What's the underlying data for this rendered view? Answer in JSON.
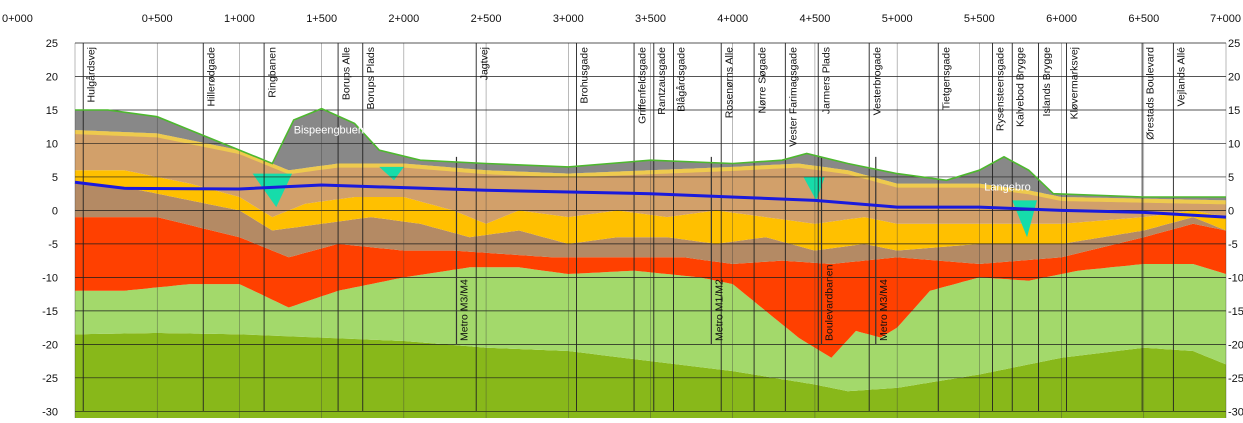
{
  "chart_data": {
    "type": "area",
    "x_unit": "chainage",
    "chainage_ticks": [
      "0+000",
      "0+500",
      "1+000",
      "1+500",
      "2+000",
      "2+500",
      "3+000",
      "3+500",
      "4+000",
      "4+500",
      "5+000",
      "5+500",
      "6+000",
      "6+500",
      "7+000"
    ],
    "chainage_range": [
      0,
      7000
    ],
    "elevation_ticks": [
      25,
      20,
      15,
      10,
      5,
      0,
      -5,
      -10,
      -15,
      -20,
      -25,
      -30
    ],
    "elevation_range": [
      -31,
      25
    ],
    "grid": true,
    "streets": [
      {
        "name": "Hulgårdsvej",
        "x": 50
      },
      {
        "name": "Hillerødgade",
        "x": 780
      },
      {
        "name": "Ringbanen",
        "x": 1150
      },
      {
        "name": "Borups Alle",
        "x": 1600
      },
      {
        "name": "Borups Plads",
        "x": 1750
      },
      {
        "name": "Jagtvej",
        "x": 2440
      },
      {
        "name": "Brohusgade",
        "x": 3050
      },
      {
        "name": "Griffenfeldsgade",
        "x": 3400
      },
      {
        "name": "Rantzausgade",
        "x": 3520
      },
      {
        "name": "Blågårdsgade",
        "x": 3640
      },
      {
        "name": "Rosenørns Alle",
        "x": 3930
      },
      {
        "name": "Nørre Søgade",
        "x": 4130
      },
      {
        "name": "Vester Farimagsgade",
        "x": 4320
      },
      {
        "name": "Jarmers Plads",
        "x": 4520
      },
      {
        "name": "Vesterbrogade",
        "x": 4830
      },
      {
        "name": "Tietgensgade",
        "x": 5250
      },
      {
        "name": "Rysensteensgade",
        "x": 5580
      },
      {
        "name": "Kalvebod Brygge",
        "x": 5700
      },
      {
        "name": "Islands Brygge",
        "x": 5860
      },
      {
        "name": "Kløvermarksvej",
        "x": 6030
      },
      {
        "name": "Ørestads Boulevard",
        "x": 6490
      },
      {
        "name": "Vejlands Allé",
        "x": 6680
      }
    ],
    "crossing_tunnels": [
      {
        "name": "Metro M3/M4",
        "x": 2320
      },
      {
        "name": "Metro M1/M2",
        "x": 3870
      },
      {
        "name": "Boulevardbanen",
        "x": 4540
      },
      {
        "name": "Metro M3/M4",
        "x": 4870
      }
    ],
    "features": [
      "Bispeengbuen",
      "Langebro"
    ],
    "series": [
      {
        "kind": "ground-surface",
        "color": "#8c8c8c",
        "points": [
          [
            0,
            15
          ],
          [
            200,
            15
          ],
          [
            500,
            14
          ],
          [
            800,
            11
          ],
          [
            1000,
            9
          ],
          [
            1200,
            7
          ],
          [
            1330,
            13.5
          ],
          [
            1500,
            15.2
          ],
          [
            1700,
            13
          ],
          [
            1850,
            9
          ],
          [
            2100,
            7.5
          ],
          [
            2500,
            7
          ],
          [
            3000,
            6.5
          ],
          [
            3500,
            7.5
          ],
          [
            4000,
            7
          ],
          [
            4300,
            7.5
          ],
          [
            4450,
            8.5
          ],
          [
            4700,
            7
          ],
          [
            5000,
            5.5
          ],
          [
            5300,
            4.5
          ],
          [
            5500,
            6
          ],
          [
            5650,
            8
          ],
          [
            5800,
            6
          ],
          [
            5950,
            2.5
          ],
          [
            6500,
            2
          ],
          [
            7000,
            2
          ]
        ]
      },
      {
        "kind": "tunnel-alignment",
        "color": "#1a1adc",
        "points": [
          [
            0,
            4.2
          ],
          [
            300,
            3.3
          ],
          [
            1000,
            3.2
          ],
          [
            1500,
            3.8
          ],
          [
            2500,
            3
          ],
          [
            3500,
            2.5
          ],
          [
            4500,
            1.5
          ],
          [
            5000,
            0.5
          ],
          [
            5500,
            0.5
          ],
          [
            6000,
            0
          ],
          [
            6500,
            -0.3
          ],
          [
            7000,
            -1
          ]
        ]
      }
    ],
    "layer_colors": {
      "fill": "#888888",
      "postglacial_sand": "#f5d547",
      "meltwater_sand": "#ffc000",
      "clay_till": "#d2a06a",
      "sand_till": "#b48a64",
      "glacial_clay": "#ff4000",
      "limestone_upper": "#a3d96b",
      "limestone_lower": "#88b81a",
      "water": "#16dcaa"
    },
    "layers": {
      "fill_bottom": [
        [
          0,
          12
        ],
        [
          500,
          11.5
        ],
        [
          1000,
          9
        ],
        [
          1300,
          6
        ],
        [
          1600,
          7
        ],
        [
          2000,
          7
        ],
        [
          2500,
          6
        ],
        [
          3000,
          5.5
        ],
        [
          3500,
          6
        ],
        [
          4000,
          6.5
        ],
        [
          4400,
          7
        ],
        [
          4700,
          6
        ],
        [
          5000,
          4
        ],
        [
          5500,
          4
        ],
        [
          5800,
          3
        ],
        [
          6000,
          2
        ],
        [
          7000,
          1.5
        ]
      ],
      "clay_till_bottom": [
        [
          0,
          6
        ],
        [
          300,
          6
        ],
        [
          700,
          4
        ],
        [
          1000,
          2
        ],
        [
          1200,
          -1
        ],
        [
          1400,
          1
        ],
        [
          1700,
          2
        ],
        [
          2000,
          2
        ],
        [
          2300,
          0
        ],
        [
          2500,
          -2
        ],
        [
          2700,
          0
        ],
        [
          3000,
          -1
        ],
        [
          3300,
          0
        ],
        [
          3600,
          -1
        ],
        [
          3900,
          0
        ],
        [
          4200,
          -1
        ],
        [
          4500,
          -2
        ],
        [
          4800,
          -1
        ],
        [
          5000,
          -2
        ],
        [
          5500,
          -2
        ],
        [
          6000,
          -2
        ],
        [
          6500,
          -1
        ],
        [
          6800,
          0
        ],
        [
          7000,
          -1
        ]
      ],
      "meltwater_sand_bottom": [
        [
          0,
          4
        ],
        [
          400,
          3
        ],
        [
          800,
          1
        ],
        [
          1000,
          0
        ],
        [
          1200,
          -3
        ],
        [
          1500,
          -2
        ],
        [
          1800,
          -1
        ],
        [
          2100,
          -2
        ],
        [
          2400,
          -4
        ],
        [
          2700,
          -3
        ],
        [
          3000,
          -5
        ],
        [
          3300,
          -4
        ],
        [
          3600,
          -4
        ],
        [
          3900,
          -5
        ],
        [
          4200,
          -4
        ],
        [
          4500,
          -6
        ],
        [
          4800,
          -5
        ],
        [
          5000,
          -6
        ],
        [
          5500,
          -5
        ],
        [
          6000,
          -5
        ],
        [
          6500,
          -3
        ],
        [
          6800,
          -1
        ],
        [
          7000,
          -3
        ]
      ],
      "sand_till_bottom": [
        [
          0,
          -1
        ],
        [
          500,
          -1
        ],
        [
          1000,
          -4
        ],
        [
          1300,
          -7
        ],
        [
          1600,
          -5
        ],
        [
          2000,
          -6
        ],
        [
          2300,
          -6
        ],
        [
          2600,
          -6.5
        ],
        [
          2900,
          -7
        ],
        [
          3100,
          -7
        ],
        [
          3400,
          -7
        ],
        [
          3700,
          -7
        ],
        [
          4000,
          -8
        ],
        [
          4300,
          -7.5
        ],
        [
          4600,
          -8
        ],
        [
          5000,
          -7
        ],
        [
          5500,
          -8
        ],
        [
          6000,
          -7
        ],
        [
          6500,
          -4
        ],
        [
          6800,
          -2
        ],
        [
          7000,
          -3
        ]
      ],
      "glacial_clay_bottom": [
        [
          0,
          -12
        ],
        [
          300,
          -12
        ],
        [
          700,
          -11
        ],
        [
          1000,
          -11
        ],
        [
          1300,
          -14.5
        ],
        [
          1600,
          -12
        ],
        [
          2000,
          -10
        ],
        [
          2400,
          -8.5
        ],
        [
          2700,
          -8.5
        ],
        [
          3000,
          -9.5
        ],
        [
          3400,
          -9
        ],
        [
          3800,
          -10
        ],
        [
          4000,
          -11
        ],
        [
          4200,
          -15
        ],
        [
          4400,
          -19
        ],
        [
          4600,
          -22
        ],
        [
          4750,
          -18
        ],
        [
          4900,
          -19
        ],
        [
          5000,
          -17.5
        ],
        [
          5200,
          -12
        ],
        [
          5500,
          -10
        ],
        [
          5800,
          -10.5
        ],
        [
          6100,
          -9
        ],
        [
          6500,
          -8
        ],
        [
          6800,
          -8
        ],
        [
          7000,
          -9.5
        ]
      ],
      "limestone_upper_bottom": [
        [
          0,
          -18.5
        ],
        [
          500,
          -18.3
        ],
        [
          1000,
          -18.5
        ],
        [
          1500,
          -19
        ],
        [
          2000,
          -19.5
        ],
        [
          2500,
          -20.5
        ],
        [
          3000,
          -21
        ],
        [
          3500,
          -22.5
        ],
        [
          4000,
          -24
        ],
        [
          4500,
          -26
        ],
        [
          4700,
          -27
        ],
        [
          5000,
          -26.5
        ],
        [
          5500,
          -24.5
        ],
        [
          6000,
          -22
        ],
        [
          6500,
          -20.5
        ],
        [
          6800,
          -21
        ],
        [
          7000,
          -23
        ]
      ]
    }
  }
}
